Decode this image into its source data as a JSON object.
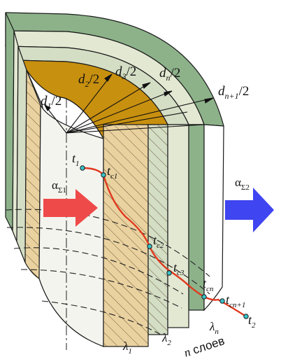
{
  "colors": {
    "outer_layer": "#8db28a",
    "layer_3": "#e3e8d2",
    "layer_2": "#d4dec5",
    "layer_1_ring": "#c8900f",
    "layer_1_face": "#ead2a0",
    "inner_wall": "#f4f4ee",
    "temp_curve": "#e0391f",
    "point_fill": "#39c3c8",
    "arrow_in": "#ef4a4a",
    "arrow_out": "#3f45f0",
    "outline": "#1a1a1a"
  },
  "diameters": [
    {
      "base": "d",
      "sub": "1",
      "tail": "/2"
    },
    {
      "base": "d",
      "sub": "2",
      "tail": "/2"
    },
    {
      "base": "d",
      "sub": "3",
      "tail": "/2"
    },
    {
      "base": "d",
      "sub": "n",
      "tail": "/2"
    },
    {
      "base": "d",
      "sub": "n+1",
      "tail": "/2"
    }
  ],
  "temperatures": [
    {
      "base": "t",
      "sub": "1"
    },
    {
      "base": "t",
      "sub": "c1"
    },
    {
      "base": "t",
      "sub": "c2"
    },
    {
      "base": "t",
      "sub": "c3"
    },
    {
      "base": "t",
      "sub": "cn"
    },
    {
      "base": "t",
      "sub": "cn+1"
    },
    {
      "base": "t",
      "sub": "2"
    }
  ],
  "heat_transfer": {
    "inner": {
      "base": "α",
      "sub": "Σ1"
    },
    "outer": {
      "base": "α",
      "sub": "Σ2"
    }
  },
  "conductivities": [
    {
      "base": "λ",
      "sub": "1"
    },
    {
      "base": "λ",
      "sub": "2"
    },
    {
      "base": "λ",
      "sub": "n"
    }
  ],
  "layer_caption": {
    "n": "n",
    "text": " слоев"
  }
}
